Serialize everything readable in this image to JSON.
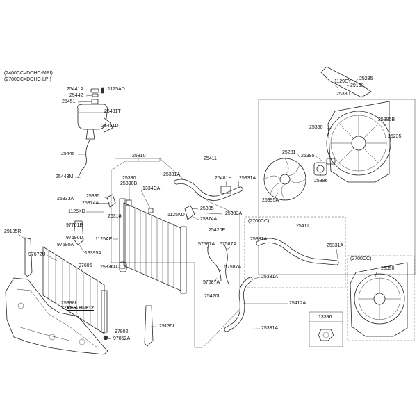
{
  "header": {
    "line1": "(2400CC>DOHC-MPI)",
    "line2": "(2700CC>DOHC-LPI)"
  },
  "labels": {
    "p25441A": "25441A",
    "p1125AD": "1125AD",
    "p25442": "25442",
    "p25451": "25451",
    "p25431T": "25431T",
    "p25451D": "25451D",
    "p25445": "25445",
    "p25443M": "25443M",
    "p25310": "25310",
    "p25330": "25330",
    "p25330B": "25330B",
    "p1334CA": "1334CA",
    "p25335a": "25335",
    "p25333Aa": "25333A",
    "p25374Aa": "25374A",
    "p1125KDa": "1125KD",
    "p25318": "25318",
    "p97761P": "97761P",
    "p97690D": "97690D",
    "p97690A": "97690A",
    "p1125AE": "1125AE",
    "p13395A": "13395A",
    "p29135R": "29135R",
    "p97672U": "97672U",
    "p97606": "97606",
    "p25336D": "25336D",
    "p25388L": "25388L",
    "p22412A": "22412A",
    "ref": "REF. 60-612",
    "p97802": "97802",
    "p97852A": "97852A",
    "p29135L": "29135L",
    "p25411a": "25411",
    "p25331Aa": "25331A",
    "p25481H": "25481H",
    "p25331Ab": "25331A",
    "p25335b": "25335",
    "p25333Ab": "25333A",
    "p1125KDb": "1125KD",
    "p25374Ab": "25374A",
    "p25420E": "25420E",
    "p57587Aa": "57587A",
    "p57587Ab": "57587A",
    "p57587Ac": "57587A",
    "p57587Ad": "57587A",
    "p25420L": "25420L",
    "p25331Ac": "25331A",
    "p25412A": "25412A",
    "p25331Ad": "25331A",
    "p25235a": "25235",
    "p1129EY": "1129EY",
    "p29150": "29150",
    "p25380": "25380",
    "p25350a": "25350",
    "p25385B": "25385B",
    "p25235b": "25235",
    "p25231": "25231",
    "p25395": "25395",
    "p25386": "25386",
    "p25395A": "25395A",
    "box2700a": "(2700CC)",
    "p25411b": "25411",
    "p25331Ae": "25331A",
    "p25331Af": "25331A",
    "box2700b": "(2700CC)",
    "p25350b": "25350",
    "p13396": "13396"
  }
}
